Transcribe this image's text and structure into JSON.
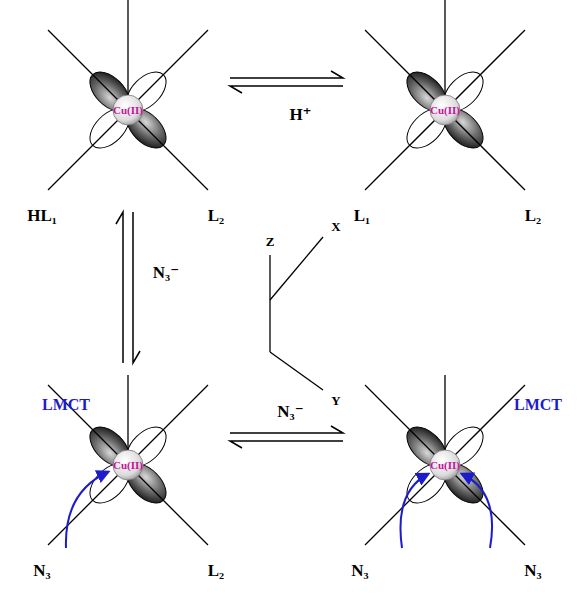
{
  "diagram": {
    "nodes": [
      {
        "text": [
          "Cu(II)"
        ]
      },
      {
        "text": [
          "Cu(II)"
        ]
      },
      {
        "text": [
          "Cu(II)"
        ]
      },
      {
        "text": [
          "Cu(II)"
        ]
      }
    ],
    "edges": [
      {
        "from": 0,
        "to": 1,
        "arrow": "both",
        "label": "H⁺"
      },
      {
        "from": 0,
        "to": 2,
        "arrow": "both",
        "label": "N₃⁻"
      },
      {
        "from": 2,
        "to": 3,
        "arrow": "both",
        "label": "N₃⁻"
      }
    ],
    "labels": [
      "HL₁",
      "L₂",
      "L₁",
      "L₂",
      "N₃",
      "L₂",
      "N₃",
      "N₃",
      "LMCT",
      "LMCT",
      "Z",
      "X",
      "Y"
    ]
  }
}
